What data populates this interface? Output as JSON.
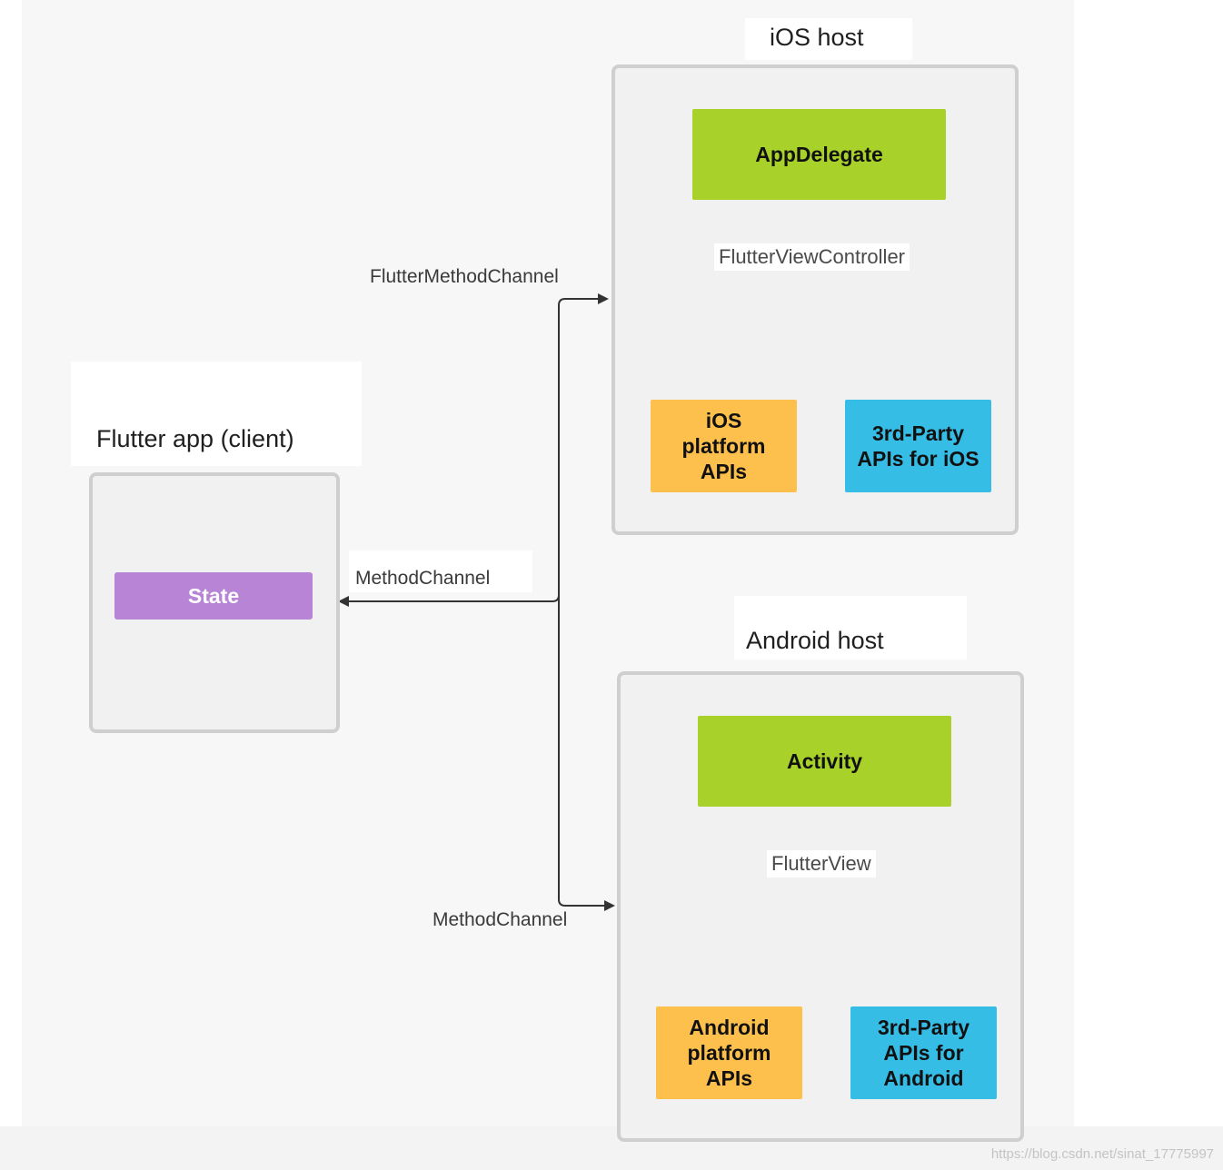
{
  "ios_host": {
    "title": "iOS host",
    "app_delegate": "AppDelegate",
    "controller_label": "FlutterViewController",
    "platform_apis": "iOS\nplatform\nAPIs",
    "third_party_apis": "3rd-Party\nAPIs for iOS"
  },
  "android_host": {
    "title": "Android host",
    "activity": "Activity",
    "view_label": "FlutterView",
    "platform_apis": "Android\nplatform\nAPIs",
    "third_party_apis": "3rd-Party\nAPIs for\nAndroid"
  },
  "flutter_app": {
    "title": "Flutter app (client)",
    "state": "State"
  },
  "channels": {
    "ios_channel": "FlutterMethodChannel",
    "client_channel": "MethodChannel",
    "android_channel": "MethodChannel"
  },
  "watermark": "https://blog.csdn.net/sinat_17775997",
  "colors": {
    "host_node": "#a8d22a",
    "platform_api": "#fec04d",
    "third_party": "#36bde6",
    "state": "#b784d6"
  }
}
